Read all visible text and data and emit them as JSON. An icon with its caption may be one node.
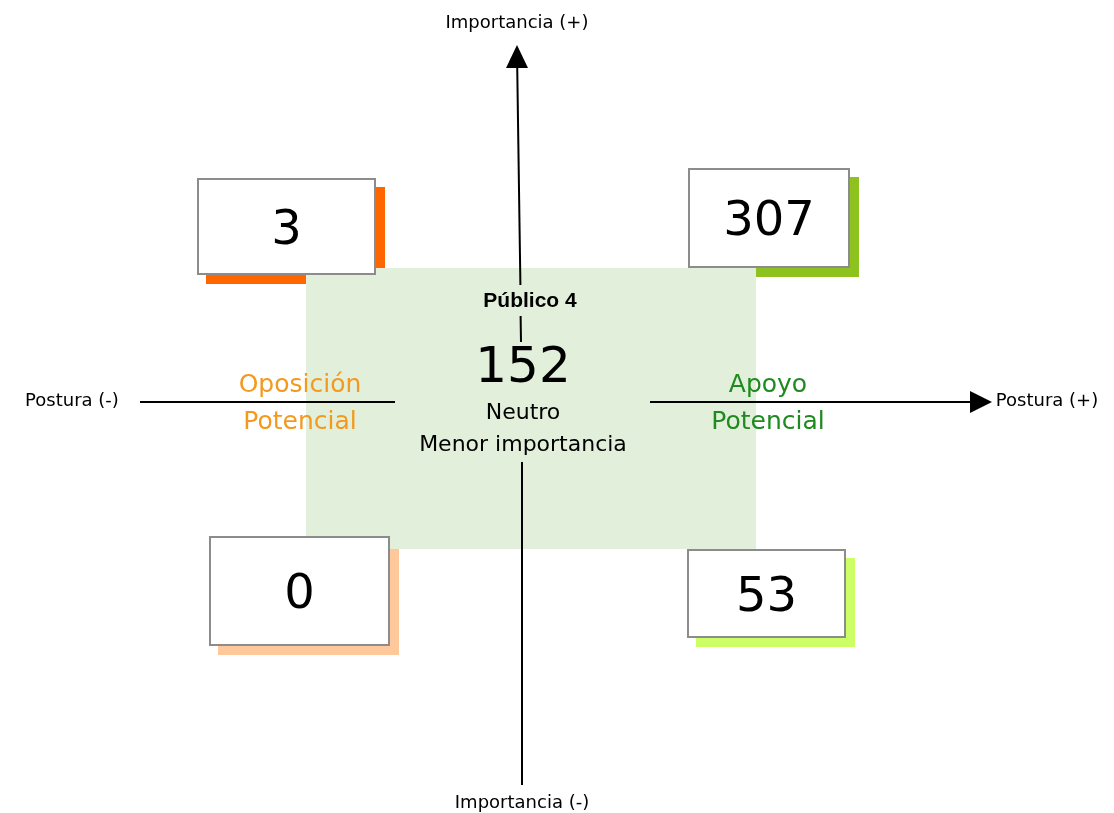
{
  "diagram": {
    "nodes": [
      {
        "text": [
          "Público 4",
          "152",
          "Neutro",
          "Menor importancia",
          "Oposición Potencial",
          "Apoyo Potencial"
        ]
      },
      {
        "text": [
          "3"
        ]
      },
      {
        "text": [
          "307"
        ]
      },
      {
        "text": [
          "0"
        ]
      },
      {
        "text": [
          "53"
        ]
      }
    ],
    "labels": [
      "Importancia (+)",
      "Postura (-)",
      "Postura (+)",
      "Importancia (-)"
    ]
  }
}
